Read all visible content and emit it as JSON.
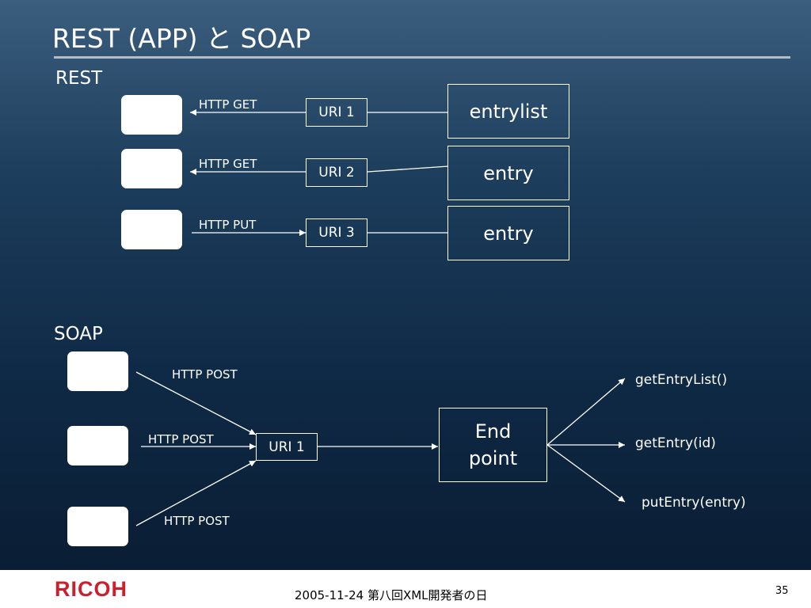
{
  "title": "REST (APP) と SOAP",
  "rest": {
    "heading": "REST",
    "rows": [
      {
        "method": "HTTP GET",
        "uri": "URI 1",
        "resource": "entrylist"
      },
      {
        "method": "HTTP GET",
        "uri": "URI 2",
        "resource": "entry"
      },
      {
        "method": "HTTP PUT",
        "uri": "URI 3",
        "resource": "entry"
      }
    ]
  },
  "soap": {
    "heading": "SOAP",
    "requests": [
      "HTTP POST",
      "HTTP POST",
      "HTTP POST"
    ],
    "uri": "URI 1",
    "endpoint_line1": "End",
    "endpoint_line2": "point",
    "methods": [
      "getEntryList()",
      "getEntry(id)",
      "putEntry(entry)"
    ]
  },
  "footer": {
    "logo": "RICOH",
    "text": "2005-11-24 第八回XML開発者の日",
    "page": "35"
  }
}
